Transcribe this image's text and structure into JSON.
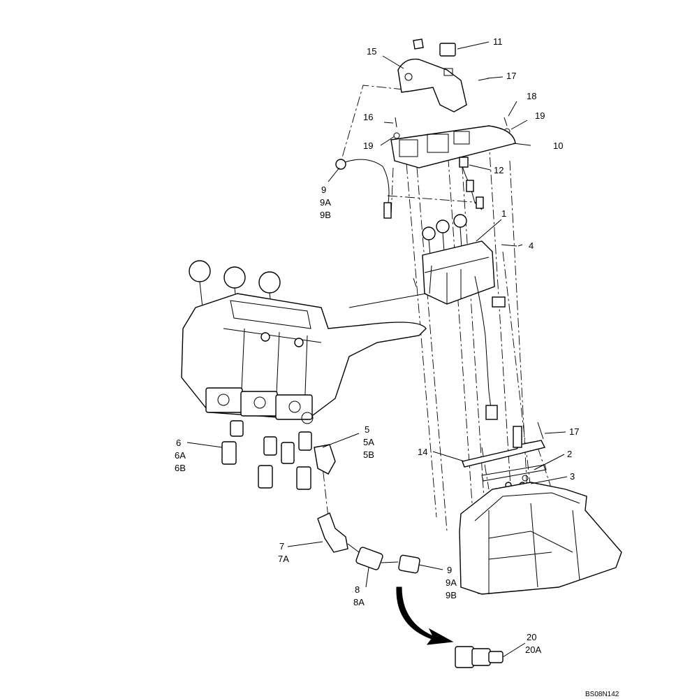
{
  "callouts": [
    {
      "id": "c15",
      "lines": [
        "15"
      ]
    },
    {
      "id": "c11",
      "lines": [
        "11"
      ]
    },
    {
      "id": "c17a",
      "lines": [
        "17"
      ]
    },
    {
      "id": "c18",
      "lines": [
        "18"
      ]
    },
    {
      "id": "c16",
      "lines": [
        "16"
      ]
    },
    {
      "id": "c19a",
      "lines": [
        "19"
      ]
    },
    {
      "id": "c19b",
      "lines": [
        "19"
      ]
    },
    {
      "id": "c10",
      "lines": [
        "10"
      ]
    },
    {
      "id": "c12",
      "lines": [
        "12"
      ]
    },
    {
      "id": "c9a",
      "lines": [
        "9",
        "9A",
        "9B"
      ]
    },
    {
      "id": "c1",
      "lines": [
        "1"
      ]
    },
    {
      "id": "c4",
      "lines": [
        "4"
      ]
    },
    {
      "id": "c6",
      "lines": [
        "6",
        "6A",
        "6B"
      ]
    },
    {
      "id": "c5",
      "lines": [
        "5",
        "5A",
        "5B"
      ]
    },
    {
      "id": "c17b",
      "lines": [
        "17"
      ]
    },
    {
      "id": "c14",
      "lines": [
        "14"
      ]
    },
    {
      "id": "c2",
      "lines": [
        "2"
      ]
    },
    {
      "id": "c3",
      "lines": [
        "3"
      ]
    },
    {
      "id": "c7",
      "lines": [
        "7",
        "7A"
      ]
    },
    {
      "id": "c8",
      "lines": [
        "8",
        "8A"
      ]
    },
    {
      "id": "c9b",
      "lines": [
        "9",
        "9A",
        "9B"
      ]
    },
    {
      "id": "c20",
      "lines": [
        "20",
        "20A"
      ]
    }
  ],
  "drawing_code": "BS08N142"
}
